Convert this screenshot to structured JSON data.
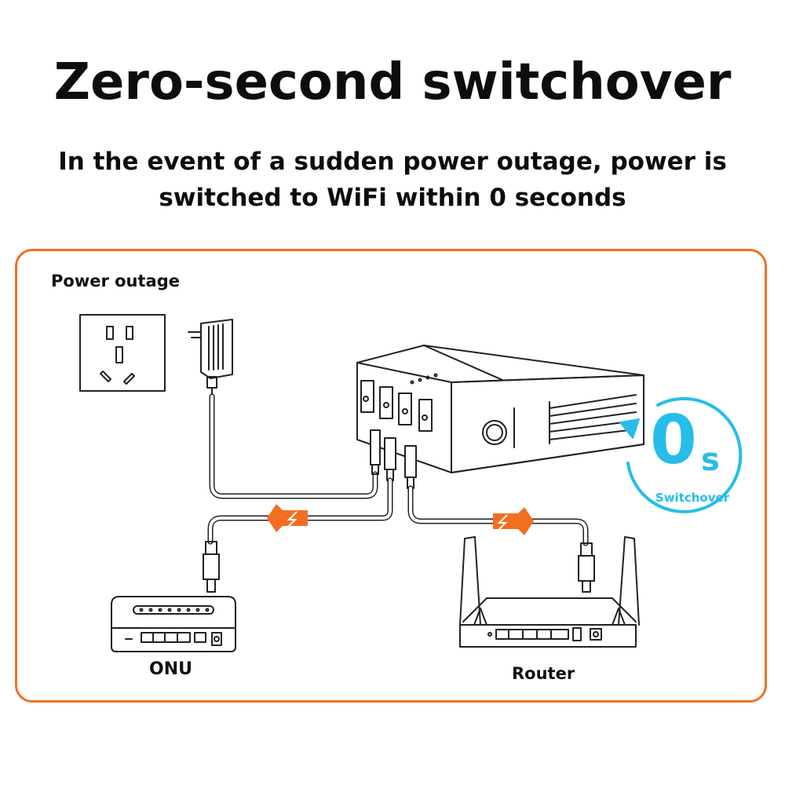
{
  "title": "Zero-second switchover",
  "subtitle": "In the event of a sudden power outage, power is switched to WiFi within 0 seconds",
  "labels": {
    "power_outage": "Power outage",
    "onu": "ONU",
    "router": "Router"
  },
  "badge": {
    "value": "0",
    "unit": "s",
    "label": "Switchover"
  },
  "colors": {
    "accent": "#f26f21",
    "badge": "#27bde8",
    "line": "#222222"
  },
  "icons": [
    "wall-outlet-icon",
    "power-adapter-icon",
    "ups-device-icon",
    "onu-device-icon",
    "router-device-icon",
    "lightning-arrow-icon"
  ]
}
